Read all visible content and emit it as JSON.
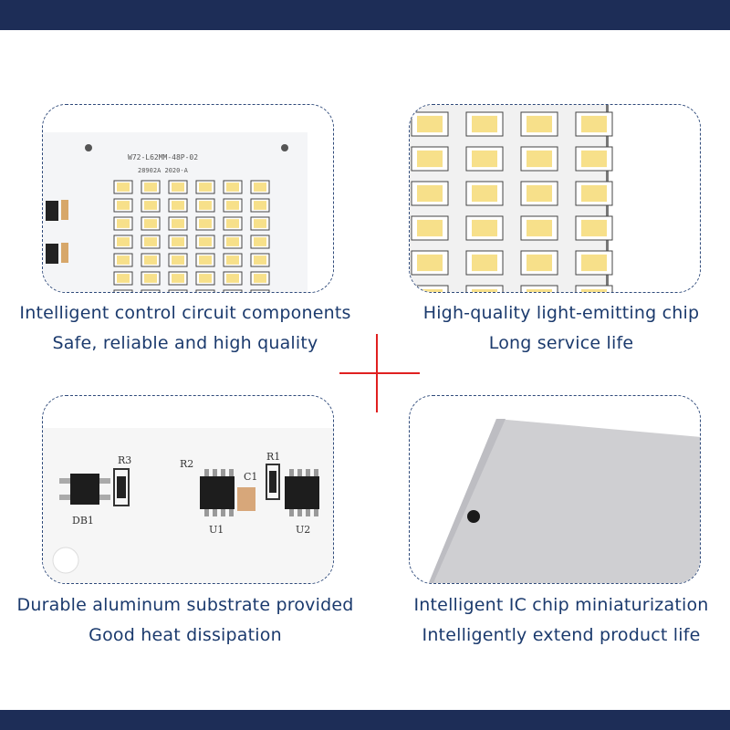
{
  "banner": {
    "color_top": "#1d2d57",
    "color_bottom": "#1d2d57"
  },
  "panels": [
    {
      "name": "control-circuit",
      "board_text_1": "W72-L62MM-48P-02",
      "board_text_2": "28902A  2020-A",
      "caption_line1": "Intelligent control circuit components",
      "caption_line2": "Safe, reliable and high quality"
    },
    {
      "name": "light-emitting-chip",
      "caption_line1": "High-quality light-emitting chip",
      "caption_line2": "Long service life"
    },
    {
      "name": "aluminum-substrate",
      "silk_r3": "R3",
      "silk_r2": "R2",
      "silk_r1": "R1",
      "silk_c1": "C1",
      "silk_u1": "U1",
      "silk_u2": "U2",
      "silk_db1": "DB1",
      "caption_line1": "Durable aluminum substrate provided",
      "caption_line2": "Good heat dissipation"
    },
    {
      "name": "ic-chip",
      "caption_line1": "Intelligent IC chip miniaturization",
      "caption_line2": "Intelligently extend product life"
    }
  ],
  "colors": {
    "caption": "#1b3a6d",
    "panel_border": "#2f4a7a",
    "cross": "#e02020",
    "led": "#f7e08a"
  }
}
